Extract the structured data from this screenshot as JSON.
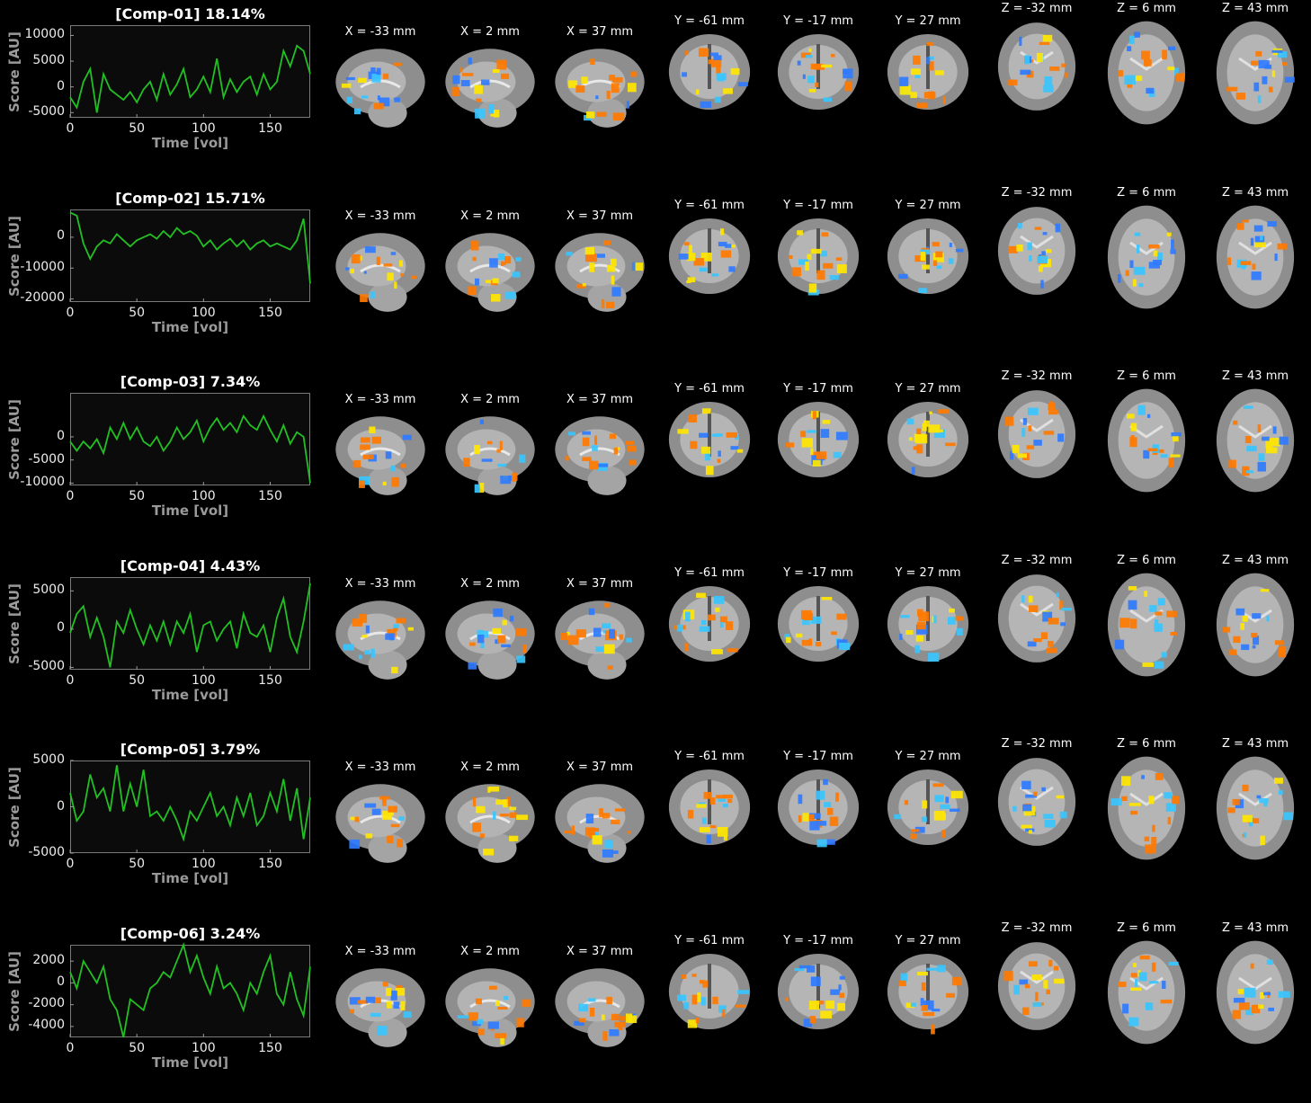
{
  "figure": {
    "xlabel": "Time [vol]",
    "ylabel": "Score [AU]",
    "slice_labels": [
      "X = -33 mm",
      "X = 2 mm",
      "X = 37 mm",
      "Y = -61 mm",
      "Y = -17 mm",
      "Y = 27 mm",
      "Z = -32 mm",
      "Z = 6 mm",
      "Z = 43 mm"
    ],
    "trace_color": "#22c022",
    "activation_colors": {
      "positive": "#ff7a00",
      "positive_strong": "#ffe600",
      "negative": "#2f7bff",
      "negative_strong": "#39c5ff"
    },
    "background_color": "#000000",
    "panel_color": "#0b0b0b"
  },
  "chart_data": [
    {
      "type": "line",
      "title": "[Comp-01] 18.14%",
      "xlabel": "Time [vol]",
      "ylabel": "Score [AU]",
      "xlim": [
        0,
        180
      ],
      "ylim": [
        -6000,
        12000
      ],
      "xticks": [
        0,
        50,
        100,
        150
      ],
      "yticks": [
        -5000,
        0,
        5000,
        10000
      ],
      "series": [
        {
          "x": [
            0,
            5,
            10,
            15,
            20,
            25,
            30,
            35,
            40,
            45,
            50,
            55,
            60,
            65,
            70,
            75,
            80,
            85,
            90,
            95,
            100,
            105,
            110,
            115,
            120,
            125,
            130,
            135,
            140,
            145,
            150,
            155,
            160,
            165,
            170,
            175,
            180
          ],
          "y": [
            -2000,
            -4000,
            1000,
            3500,
            -5000,
            2500,
            -500,
            -1500,
            -2500,
            -1000,
            -3000,
            -500,
            1000,
            -2500,
            2500,
            -1500,
            500,
            3500,
            -2000,
            -500,
            2000,
            -1000,
            5500,
            -2000,
            1500,
            -1000,
            1000,
            2000,
            -1500,
            2500,
            -500,
            1000,
            7000,
            4000,
            8000,
            7000,
            2500
          ]
        }
      ]
    },
    {
      "type": "line",
      "title": "[Comp-02] 15.71%",
      "xlabel": "Time [vol]",
      "ylabel": "Score [AU]",
      "xlim": [
        0,
        180
      ],
      "ylim": [
        -21000,
        9000
      ],
      "xticks": [
        0,
        50,
        100,
        150
      ],
      "yticks": [
        -20000,
        -10000,
        0
      ],
      "series": [
        {
          "x": [
            0,
            5,
            10,
            15,
            20,
            25,
            30,
            35,
            40,
            45,
            50,
            55,
            60,
            65,
            70,
            75,
            80,
            85,
            90,
            95,
            100,
            105,
            110,
            115,
            120,
            125,
            130,
            135,
            140,
            145,
            150,
            155,
            160,
            165,
            170,
            175,
            180
          ],
          "y": [
            8000,
            7000,
            -2000,
            -7000,
            -3000,
            -1000,
            -2000,
            1000,
            -1000,
            -3000,
            -1000,
            0,
            1000,
            -500,
            2000,
            0,
            3000,
            1000,
            2000,
            500,
            -3000,
            -1000,
            -4000,
            -2000,
            -500,
            -3000,
            -1000,
            -4000,
            -2000,
            -1000,
            -3000,
            -2000,
            -3000,
            -4000,
            -1000,
            6000,
            -15000
          ]
        }
      ]
    },
    {
      "type": "line",
      "title": "[Comp-03] 7.34%",
      "xlabel": "Time [vol]",
      "ylabel": "Score [AU]",
      "xlim": [
        0,
        180
      ],
      "ylim": [
        -10500,
        9500
      ],
      "xticks": [
        0,
        50,
        100,
        150
      ],
      "yticks": [
        -10000,
        -5000,
        0
      ],
      "series": [
        {
          "x": [
            0,
            5,
            10,
            15,
            20,
            25,
            30,
            35,
            40,
            45,
            50,
            55,
            60,
            65,
            70,
            75,
            80,
            85,
            90,
            95,
            100,
            105,
            110,
            115,
            120,
            125,
            130,
            135,
            140,
            145,
            150,
            155,
            160,
            165,
            170,
            175,
            180
          ],
          "y": [
            -1000,
            -3000,
            -1000,
            -2500,
            -500,
            -3500,
            2000,
            -500,
            3000,
            -500,
            2000,
            -1000,
            -2000,
            0,
            -3000,
            -1000,
            2000,
            -500,
            1000,
            3500,
            -1000,
            2000,
            4000,
            1500,
            3000,
            1000,
            4500,
            2500,
            1500,
            4500,
            1500,
            -1000,
            2500,
            -1500,
            1000,
            0,
            -10000
          ]
        }
      ]
    },
    {
      "type": "line",
      "title": "[Comp-04] 4.43%",
      "xlabel": "Time [vol]",
      "ylabel": "Score [AU]",
      "xlim": [
        0,
        180
      ],
      "ylim": [
        -5300,
        6800
      ],
      "xticks": [
        0,
        50,
        100,
        150
      ],
      "yticks": [
        -5000,
        0,
        5000
      ],
      "series": [
        {
          "x": [
            0,
            5,
            10,
            15,
            20,
            25,
            30,
            35,
            40,
            45,
            50,
            55,
            60,
            65,
            70,
            75,
            80,
            85,
            90,
            95,
            100,
            105,
            110,
            115,
            120,
            125,
            130,
            135,
            140,
            145,
            150,
            155,
            160,
            165,
            170,
            175,
            180
          ],
          "y": [
            -500,
            2000,
            3000,
            -1000,
            1500,
            -1000,
            -5000,
            1000,
            -500,
            2500,
            0,
            -2000,
            500,
            -1500,
            1000,
            -2000,
            1000,
            -500,
            2000,
            -3000,
            500,
            1000,
            -1500,
            0,
            1000,
            -2500,
            2000,
            -500,
            -1000,
            500,
            -3000,
            1500,
            4000,
            -1000,
            -3000,
            1000,
            6000
          ]
        }
      ]
    },
    {
      "type": "line",
      "title": "[Comp-05] 3.79%",
      "xlabel": "Time [vol]",
      "ylabel": "Score [AU]",
      "xlim": [
        0,
        180
      ],
      "ylim": [
        -5000,
        5000
      ],
      "xticks": [
        0,
        50,
        100,
        150
      ],
      "yticks": [
        -5000,
        0,
        5000
      ],
      "series": [
        {
          "x": [
            0,
            5,
            10,
            15,
            20,
            25,
            30,
            35,
            40,
            45,
            50,
            55,
            60,
            65,
            70,
            75,
            80,
            85,
            90,
            95,
            100,
            105,
            110,
            115,
            120,
            125,
            130,
            135,
            140,
            145,
            150,
            155,
            160,
            165,
            170,
            175,
            180
          ],
          "y": [
            1500,
            -1500,
            -500,
            3500,
            1000,
            2000,
            -500,
            4500,
            -500,
            2500,
            0,
            4000,
            -1000,
            -500,
            -1500,
            0,
            -1500,
            -3500,
            -500,
            -1500,
            0,
            1500,
            -1000,
            0,
            -2000,
            1000,
            -1000,
            1500,
            -2000,
            -1000,
            1500,
            -500,
            3000,
            -1500,
            2000,
            -3500,
            1000
          ]
        }
      ]
    },
    {
      "type": "line",
      "title": "[Comp-06] 3.24%",
      "xlabel": "Time [vol]",
      "ylabel": "Score [AU]",
      "xlim": [
        0,
        180
      ],
      "ylim": [
        -5000,
        3500
      ],
      "xticks": [
        0,
        50,
        100,
        150
      ],
      "yticks": [
        -4000,
        -2000,
        0,
        2000
      ],
      "series": [
        {
          "x": [
            0,
            5,
            10,
            15,
            20,
            25,
            30,
            35,
            40,
            45,
            50,
            55,
            60,
            65,
            70,
            75,
            80,
            85,
            90,
            95,
            100,
            105,
            110,
            115,
            120,
            125,
            130,
            135,
            140,
            145,
            150,
            155,
            160,
            165,
            170,
            175,
            180
          ],
          "y": [
            1000,
            -500,
            2000,
            1000,
            0,
            1500,
            -1500,
            -2500,
            -5000,
            -1500,
            -2000,
            -2500,
            -500,
            0,
            1000,
            500,
            2000,
            3500,
            1000,
            2500,
            500,
            -1000,
            1500,
            -500,
            0,
            -1000,
            -2500,
            0,
            -1000,
            1000,
            2500,
            -1000,
            -2000,
            1000,
            -1500,
            -3000,
            1500
          ]
        }
      ]
    }
  ]
}
